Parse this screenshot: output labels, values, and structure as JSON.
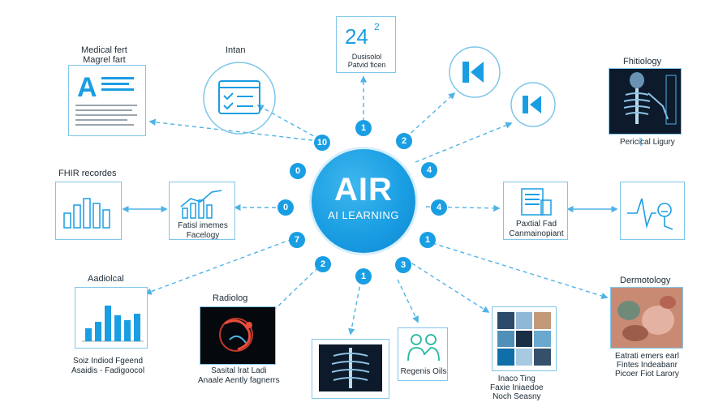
{
  "hub": {
    "title": "AIR",
    "subtitle": "AI LEARNING"
  },
  "badges": [
    "10",
    "1",
    "2",
    "4",
    "0",
    "0",
    "4",
    "7",
    "1",
    "2",
    "1",
    "3"
  ],
  "nodes": {
    "medical_text": {
      "title": "Medical fert\nMagrel fart"
    },
    "intan": {
      "title": "Intan"
    },
    "stat": {
      "value": "24",
      "sup": "2",
      "caption": "Dusisolol\nPatvid ficen"
    },
    "fhir": {
      "title": "FHIR recordes"
    },
    "patient_images": {
      "caption": "Fatisl imemes\nFacelogy"
    },
    "physiology": {
      "title": "Fhitiology",
      "caption": "Pericical Ligury"
    },
    "partial": {
      "caption": "Paxtial Fad\nCanmainopiant"
    },
    "radiological": {
      "title": "Aadiolcal",
      "caption": "Soiz Indiod Fgeend\nAsaidis - Fadigoocol"
    },
    "radiology": {
      "title": "Radiolog",
      "caption": "Sasital lrat Ladi\nAnaale Aently fagnerrs"
    },
    "regenis": {
      "caption": "Regenis Oils"
    },
    "imaging": {
      "caption": "Inaco Ting\nFaxie Iniaedoe\nNoch Seasny"
    },
    "dermatology": {
      "title": "Dermotology",
      "caption": "Eatrati emers earl\nFintes Indeabanr\nPicoer Fiot Larory"
    }
  },
  "colors": {
    "accent": "#1a9ee3",
    "line": "#4fb3e6",
    "border": "#7fc6ea",
    "text": "#1d2b36"
  }
}
